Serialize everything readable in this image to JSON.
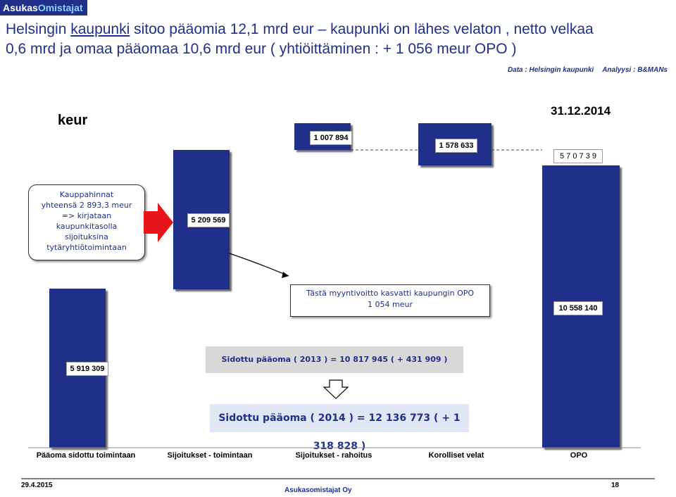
{
  "brand": {
    "part1": "Asukas",
    "part2": "Omistajat"
  },
  "title": {
    "line1_pre": "Helsingin ",
    "line1_u": "kaupunki",
    "line1_post": " sitoo pääomia 12,1 mrd eur – kaupunki on lähes velaton , netto velkaa",
    "line2": "0,6 mrd  ja omaa pääomaa 10,6  mrd eur ( yhtiöittäminen : + 1 056 meur OPO )"
  },
  "source": {
    "data": "Data : Helsingin kaupunki",
    "analysis": "Analyysi : B&MANs"
  },
  "chart_data": {
    "type": "bar",
    "subtype": "waterfall",
    "unit": "keur",
    "date": "31.12.2014",
    "categories": [
      "Pääoma sidottu toimintaan",
      "Sijoitukset - toimintaan",
      "Sijoitukset - rahoitus",
      "Korolliset velat",
      "OPO"
    ],
    "values": [
      5919309,
      5209569,
      1007894,
      1578633,
      570739,
      10558140
    ],
    "labels": [
      "5 919 309",
      "5 209 569",
      "1 007 894",
      "1 578 633",
      "5 7 0  7 3 9",
      "10 558 140"
    ],
    "colors": {
      "bar": "#1f2f8a",
      "shadow": "#6b6b6b",
      "accent": "#e8141c"
    }
  },
  "callout": {
    "lines": [
      "Kauppahinnat",
      "yhteensä 2 893,3 meur",
      "=> kirjataan",
      "kaupunkitasolla",
      "sijoituksina",
      "tytäryhtiötoimintaan"
    ]
  },
  "note": {
    "line1": "Tästä myyntivoitto kasvatti kaupungin OPO",
    "line2": "1 054 meur"
  },
  "box2013": "Sidottu pääoma ( 2013 ) = 10 817 945 ( + 431 909 )",
  "box2014": "Sidottu pääoma ( 2014 ) = 12 136 773 ( + 1 318 828 )",
  "footer": {
    "date": "29.4.2015",
    "company": "Asukasomistajat Oy",
    "page": "18"
  }
}
